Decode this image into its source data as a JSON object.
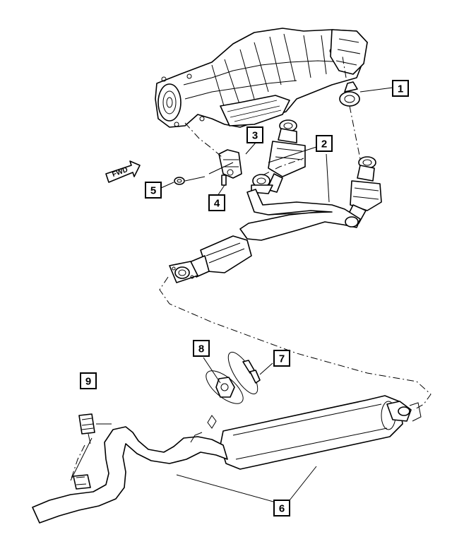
{
  "diagram": {
    "direction_label": "FWD",
    "callouts": [
      {
        "id": "1",
        "label": "1"
      },
      {
        "id": "2",
        "label": "2"
      },
      {
        "id": "3",
        "label": "3"
      },
      {
        "id": "4",
        "label": "4"
      },
      {
        "id": "5",
        "label": "5"
      },
      {
        "id": "6",
        "label": "6"
      },
      {
        "id": "7",
        "label": "7"
      },
      {
        "id": "8",
        "label": "8"
      },
      {
        "id": "9",
        "label": "9"
      }
    ]
  }
}
